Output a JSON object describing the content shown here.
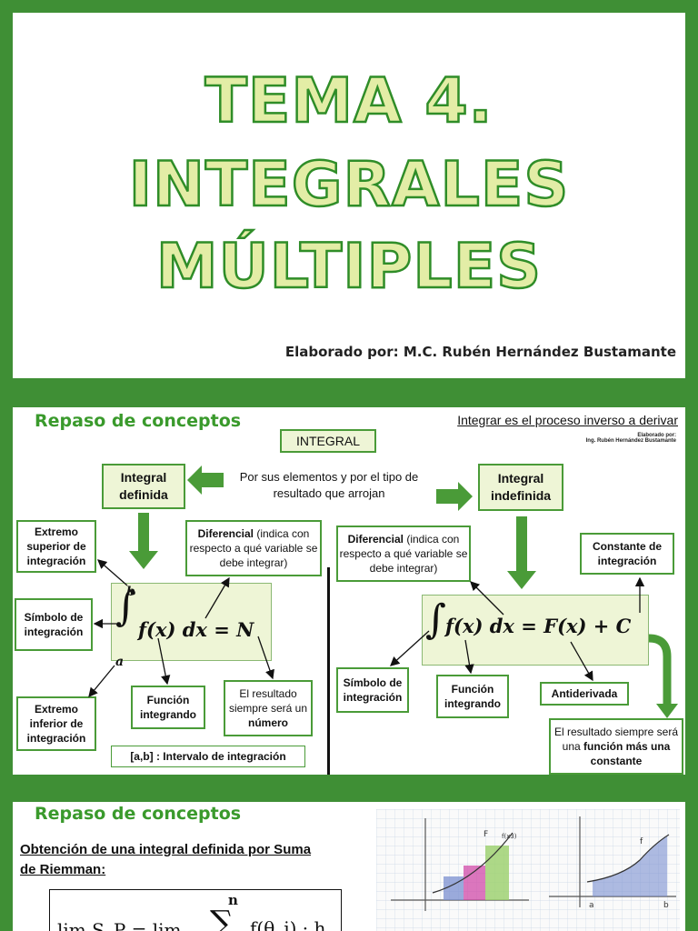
{
  "slide1": {
    "title_lines": [
      "TEMA 4.",
      "INTEGRALES",
      "MÚLTIPLES"
    ],
    "author": "Elaborado por: M.C. Rubén Hernández Bustamante"
  },
  "slide2": {
    "heading": "Repaso de conceptos",
    "subheading": "Integrar es el proceso inverso a derivar",
    "credit_line1": "Elaborado por:",
    "credit_line2": "Ing. Rubén Hernández Bustamante",
    "integral_box": "INTEGRAL",
    "center_text": "Por sus elementos y por el tipo de resultado que arrojan",
    "definida": "Integral definida",
    "indefinida": "Integral indefinida",
    "left": {
      "extremo_superior": "Extremo superior de integración",
      "diferencial_bold": "Diferencial",
      "diferencial_rest": " (indica con respecto a qué variable se debe integrar)",
      "simbolo": "Símbolo de integración",
      "formula": "f(x) dx = N",
      "limit_b": "b",
      "limit_a": "a",
      "extremo_inferior": "Extremo inferior de integración",
      "funcion": "Función integrando",
      "resultado_pre": "El resultado siempre será un ",
      "resultado_bold": "número",
      "intervalo": "[a,b] :  Intervalo de integración"
    },
    "right": {
      "diferencial_bold": "Diferencial",
      "diferencial_rest": " (indica con respecto a qué variable se debe integrar)",
      "constante": "Constante de integración",
      "formula": "f(x) dx = F(x) + C",
      "simbolo": "Símbolo de integración",
      "funcion": "Función integrando",
      "antiderivada": "Antiderivada",
      "resultado_pre": "El resultado siempre será una ",
      "resultado_bold": "función más una constante"
    }
  },
  "slide3": {
    "heading": "Repaso de conceptos",
    "text": "Obtención de una integral definida por Suma de Riemman:",
    "formula_left": "lim S_P = lim",
    "sum_top": "n",
    "formula_right": "f(θ_i) · h",
    "sketch_labels": [
      "f(x3)",
      "F",
      "a",
      "b",
      "f"
    ]
  }
}
